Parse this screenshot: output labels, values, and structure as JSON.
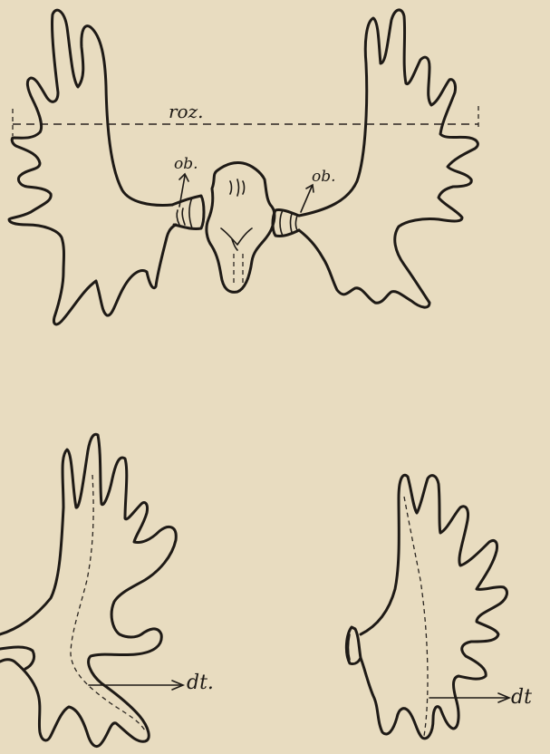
{
  "labels": {
    "width_line": "roz.",
    "rim_left": "ob.",
    "rim_right": "ob.",
    "length_left": "dt.",
    "length_right": "dt"
  },
  "colors": {
    "paper": "#e8dcc0",
    "ink": "#1e1a16"
  }
}
